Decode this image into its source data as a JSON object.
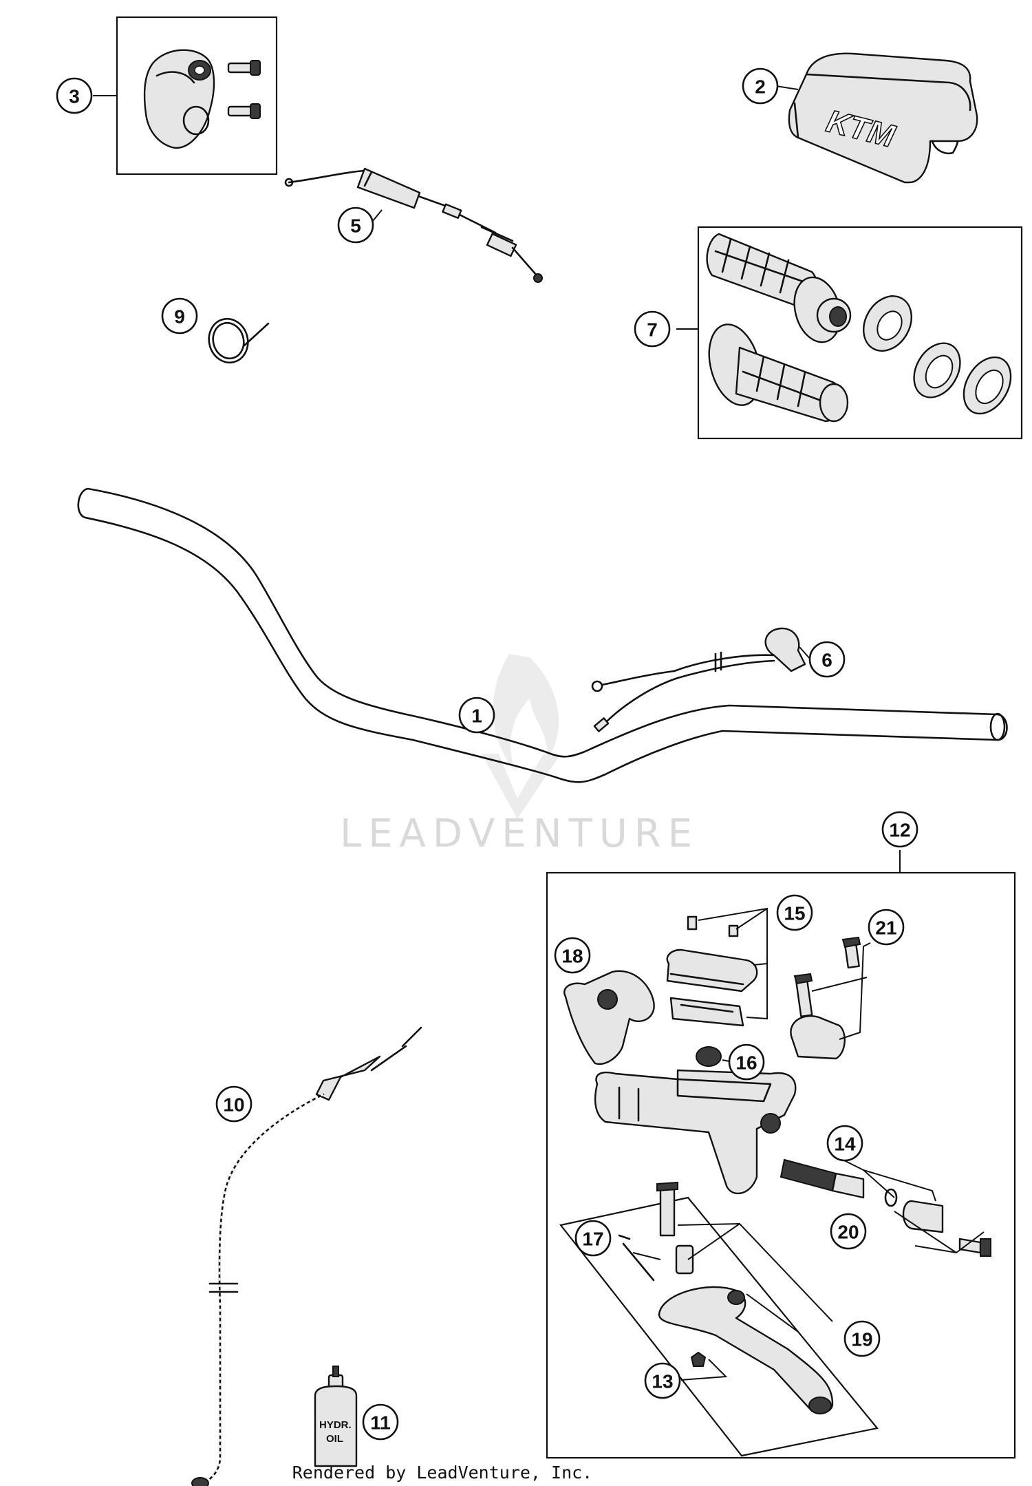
{
  "callouts": [
    {
      "id": "1",
      "label": "1"
    },
    {
      "id": "2",
      "label": "2"
    },
    {
      "id": "3",
      "label": "3"
    },
    {
      "id": "5",
      "label": "5"
    },
    {
      "id": "6",
      "label": "6"
    },
    {
      "id": "7",
      "label": "7"
    },
    {
      "id": "9",
      "label": "9"
    },
    {
      "id": "10",
      "label": "10"
    },
    {
      "id": "11",
      "label": "11"
    },
    {
      "id": "12",
      "label": "12"
    },
    {
      "id": "13",
      "label": "13"
    },
    {
      "id": "14",
      "label": "14"
    },
    {
      "id": "15",
      "label": "15"
    },
    {
      "id": "16",
      "label": "16"
    },
    {
      "id": "17",
      "label": "17"
    },
    {
      "id": "18",
      "label": "18"
    },
    {
      "id": "19",
      "label": "19"
    },
    {
      "id": "20",
      "label": "20"
    },
    {
      "id": "21",
      "label": "21"
    }
  ],
  "watermark": {
    "text": "LEADVENTURE"
  },
  "pad_logo": {
    "text": "KTM"
  },
  "oil_bottle": {
    "line1": "HYDR.",
    "line2": "OIL"
  },
  "footer": {
    "text": "Rendered by LeadVenture, Inc."
  }
}
